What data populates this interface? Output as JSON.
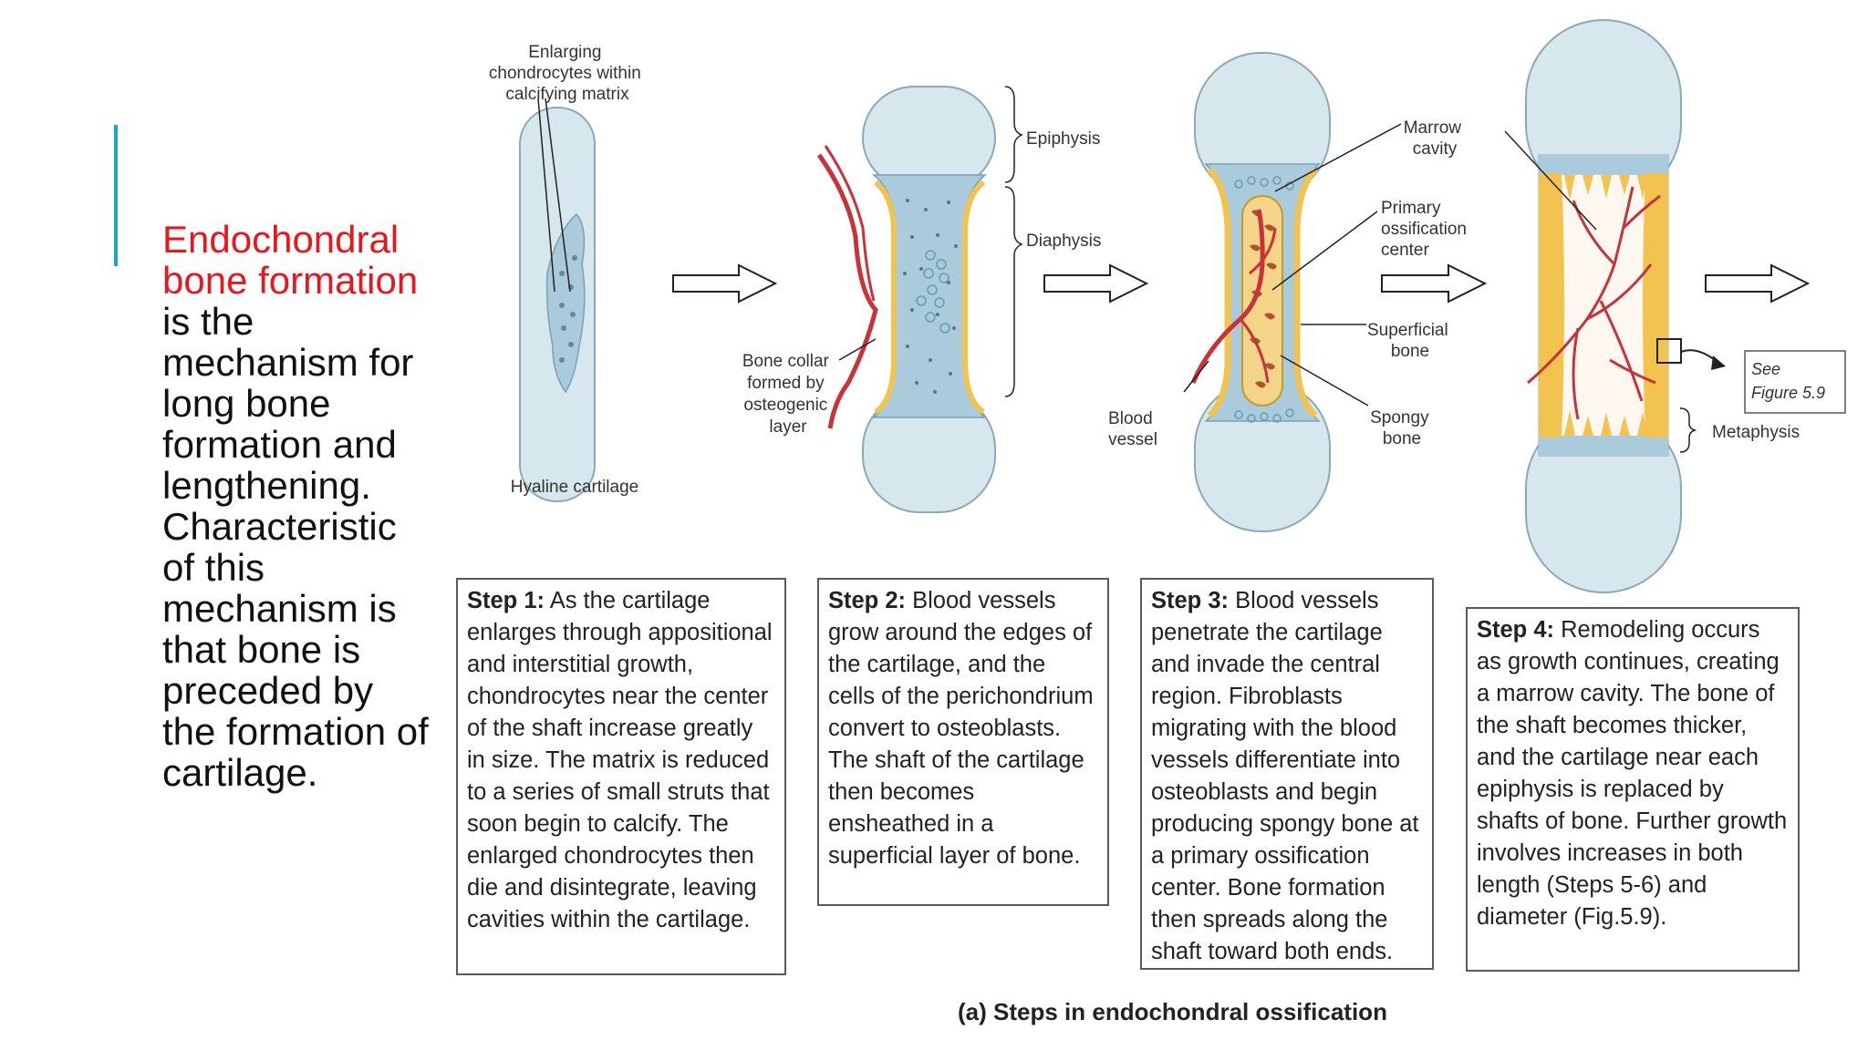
{
  "slide": {
    "title_highlight": "Endochondral bone formation",
    "body": " is the mechanism for long bone formation and lengthening. Characteristic of this mechanism is that bone is preceded by the formation of cartilage.",
    "colors": {
      "highlight": "#e8171c",
      "accent_bar": "#1aa6c8",
      "text": "#111111"
    }
  },
  "figure": {
    "labels": {
      "enlarging": [
        "Enlarging",
        "chondrocytes within",
        "calcifying matrix"
      ],
      "hyaline": "Hyaline cartilage",
      "epiphysis": "Epiphysis",
      "diaphysis": "Diaphysis",
      "bone_collar": [
        "Bone collar",
        "formed by",
        "osteogenic",
        "layer"
      ],
      "blood_vessel": [
        "Blood",
        "vessel"
      ],
      "marrow_cavity": [
        "Marrow",
        "cavity"
      ],
      "primary_ossification": [
        "Primary",
        "ossification",
        "center"
      ],
      "superficial_bone": [
        "Superficial",
        "bone"
      ],
      "spongy_bone": [
        "Spongy",
        "bone"
      ],
      "see_figure": [
        "See",
        "Figure 5.9"
      ],
      "metaphysis": "Metaphysis"
    },
    "steps": [
      {
        "title": "Step 1:",
        "text": " As the cartilage enlarges through appositional and interstitial growth, chondrocytes near the center of the shaft increase greatly in size. The matrix is reduced to a series of small struts that soon begin to calcify. The enlarged chondrocytes then die and disintegrate, leaving cavities within the cartilage."
      },
      {
        "title": "Step 2:",
        "text": " Blood vessels grow around the edges of the cartilage, and the cells of the perichondrium convert to osteoblasts. The shaft of the cartilage then becomes ensheathed in a superficial layer of bone."
      },
      {
        "title": "Step 3:",
        "text": " Blood vessels penetrate the cartilage and invade the central region. Fibroblasts migrating with the blood vessels differentiate into osteoblasts and begin producing spongy bone at a primary ossification center.  Bone formation then spreads  along the shaft toward both ends."
      },
      {
        "title": "Step 4:",
        "text": " Remodeling occurs as growth continues, creating a marrow cavity. The bone of the shaft becomes thicker, and the cartilage near each epiphysis is replaced by shafts of bone. Further growth involves increases in both length (Steps 5-6) and diameter (Fig.5.9)."
      }
    ],
    "caption": "(a) Steps in endochondral ossification",
    "colors": {
      "cartilage": "#d6e7ee",
      "matrix": "#a9cbdc",
      "bone": "#f2c34f",
      "vessel": "#c8323a"
    }
  }
}
